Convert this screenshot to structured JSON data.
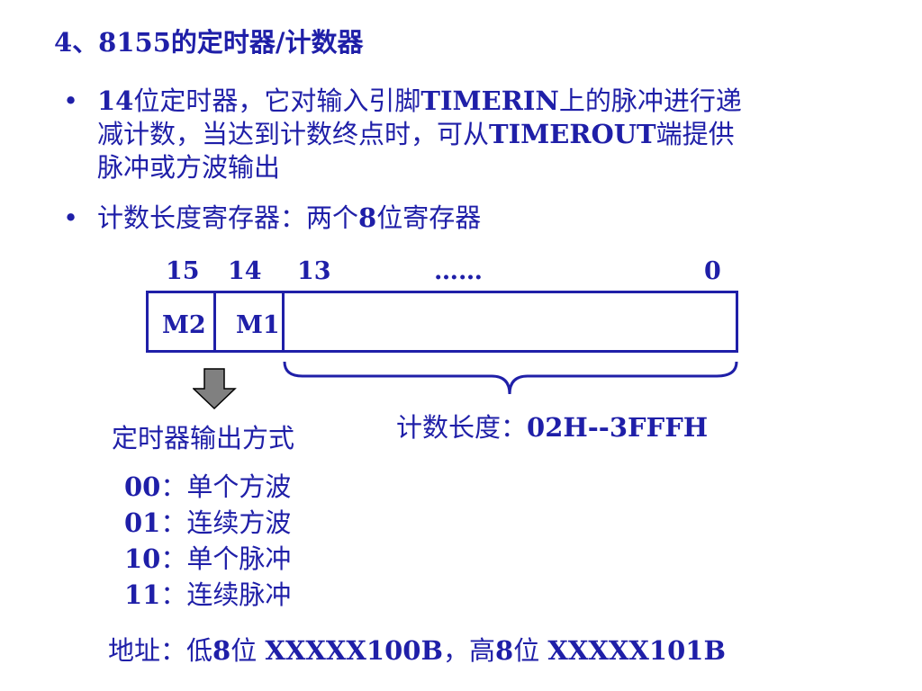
{
  "title": "4、8155的定时器/计数器",
  "bullets": [
    {
      "line1_a": "14",
      "line1_b": "位定时器，它对输入引脚",
      "line1_c": "TIMERIN",
      "line1_d": "上的脉冲进行递",
      "line2_a": "减计数，当达到计数终点时，可从",
      "line2_b": "TIMEROUT",
      "line2_c": "端提供",
      "line3": "脉冲或方波输出"
    },
    {
      "a": "计数长度寄存器：两个",
      "b": "8",
      "c": "位寄存器"
    }
  ],
  "register": {
    "bit_labels": [
      "15",
      "14",
      "13",
      "……",
      "0"
    ],
    "cells": [
      "M2",
      "M1"
    ]
  },
  "output_mode_label": "定时器输出方式",
  "count_length": {
    "a": "计数长度：",
    "b": "02H--3FFFH"
  },
  "modes": [
    {
      "code": "00",
      "sep": "：",
      "text": "单个方波"
    },
    {
      "code": "01",
      "sep": "：",
      "text": "连续方波"
    },
    {
      "code": "10",
      "sep": "：",
      "text": "单个脉冲"
    },
    {
      "code": "11",
      "sep": "：",
      "text": "连续脉冲"
    }
  ],
  "address": {
    "a": "地址：低",
    "b": "8",
    "c": "位  ",
    "d": "XXXXX100B",
    "e": "，高",
    "f": "8",
    "g": "位  ",
    "h": "XXXXX101B"
  },
  "colors": {
    "text": "#1f1fa8",
    "arrow_fill": "#808080",
    "arrow_stroke": "#000000"
  },
  "icons": {
    "arrow": "down-arrow-icon"
  }
}
